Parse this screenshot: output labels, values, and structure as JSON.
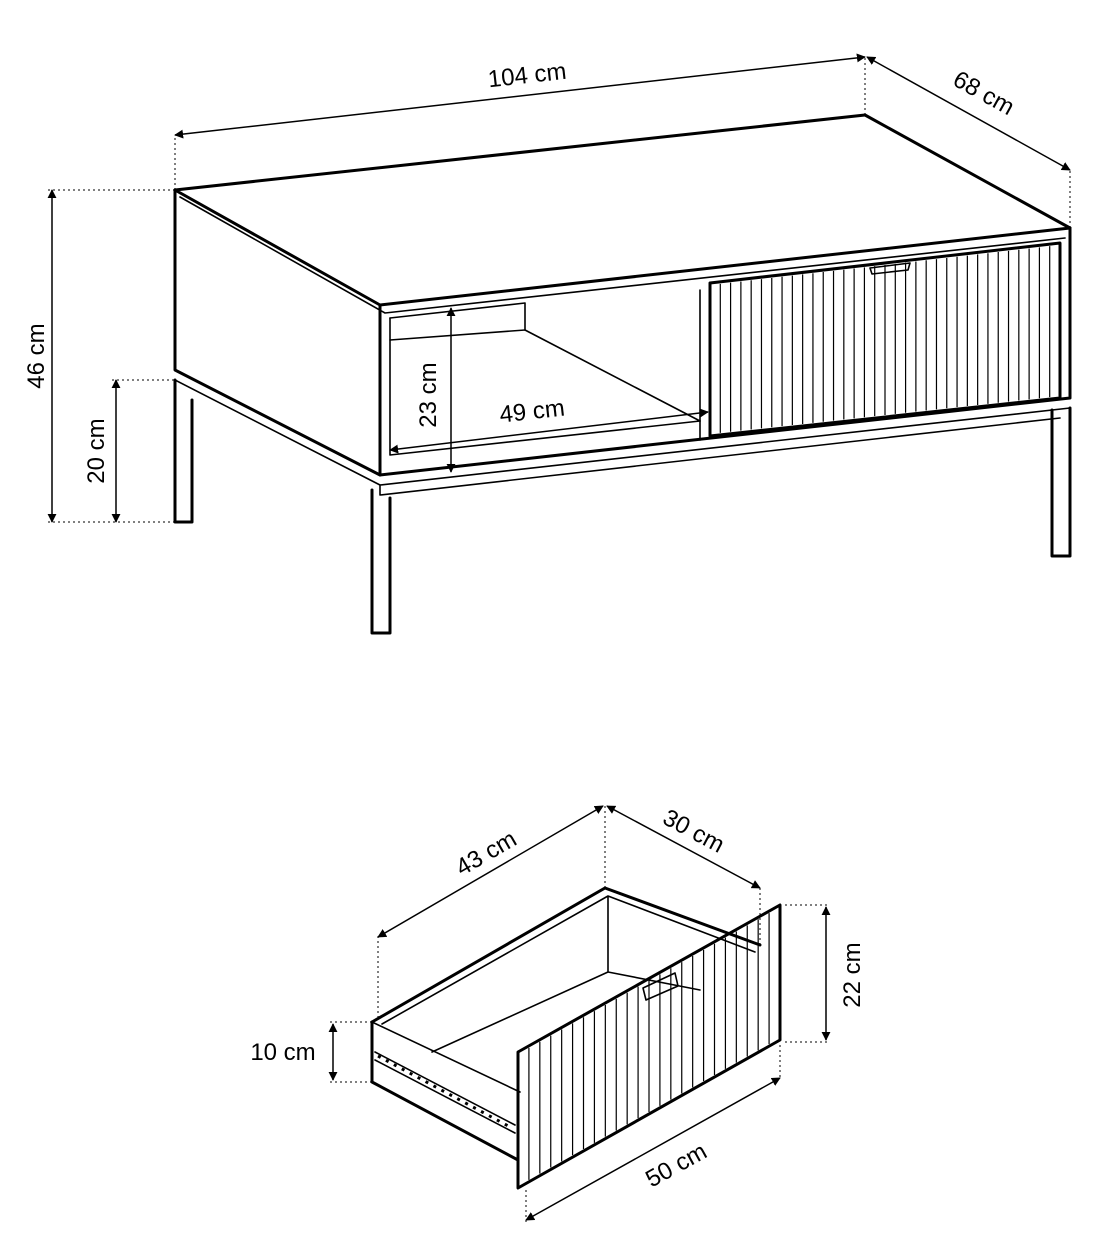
{
  "top_view": {
    "width_label": "104 cm",
    "depth_label": "68 cm",
    "height_label": "46 cm",
    "leg_height_label": "20 cm",
    "shelf_height_label": "23 cm",
    "shelf_width_label": "49 cm"
  },
  "drawer_view": {
    "depth_label": "43 cm",
    "inner_width_label": "30 cm",
    "front_height_label": "22 cm",
    "side_height_label": "10 cm",
    "front_width_label": "50 cm"
  }
}
